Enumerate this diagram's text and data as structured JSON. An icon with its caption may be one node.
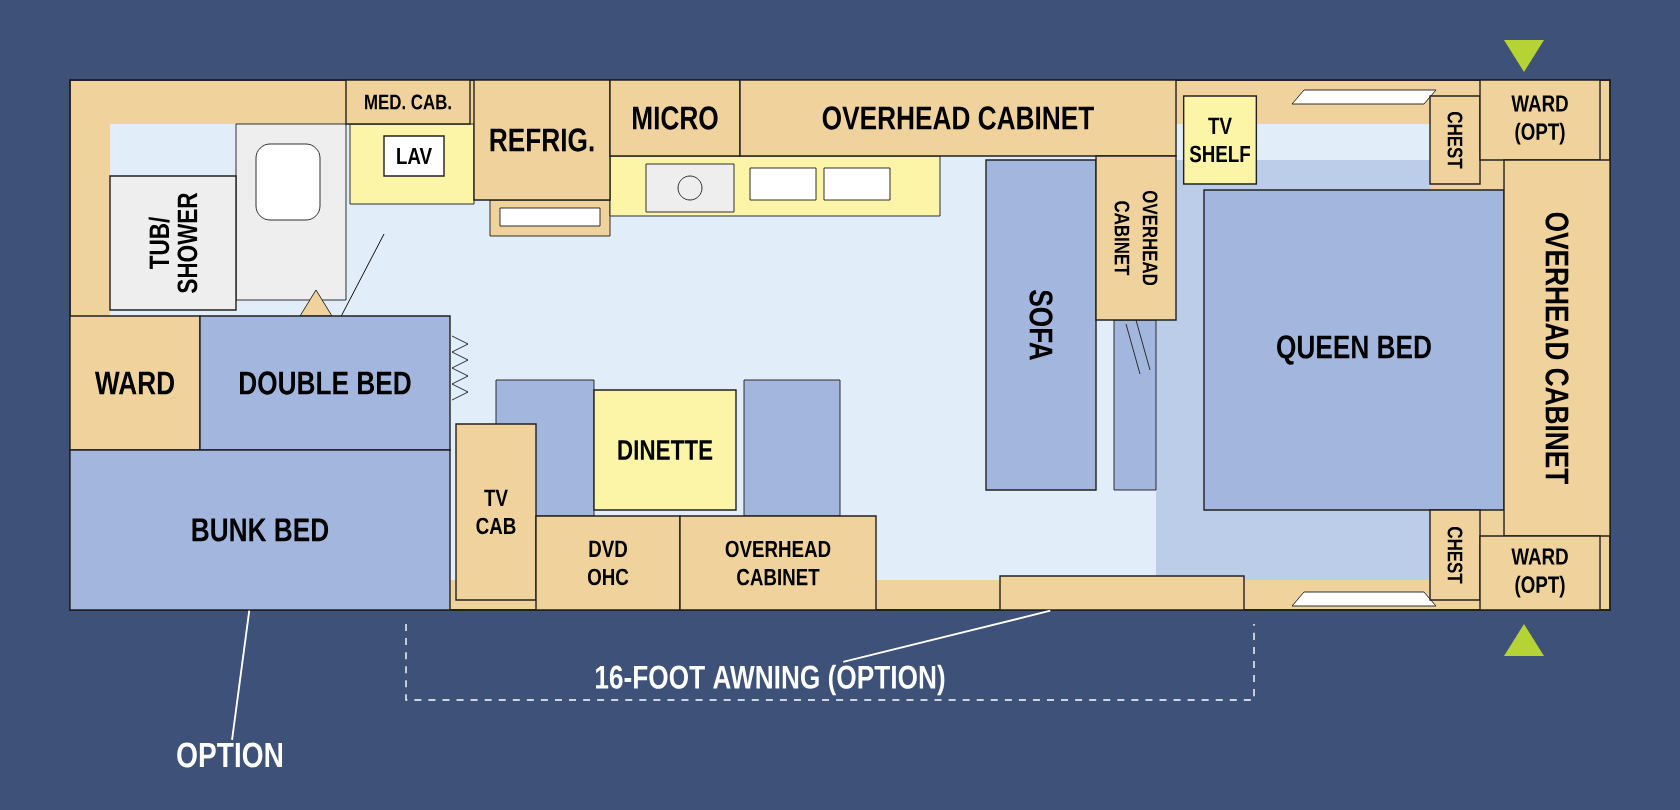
{
  "diagram": {
    "nodes": [
      {
        "text": [
          "TUB/ SHOWER"
        ]
      },
      {
        "text": [
          "MED. CAB."
        ]
      },
      {
        "text": [
          "LAV"
        ]
      },
      {
        "text": [
          "REFRIG."
        ]
      },
      {
        "text": [
          "MICRO"
        ]
      },
      {
        "text": [
          "OVERHEAD CABINET"
        ]
      },
      {
        "text": [
          "TV SHELF"
        ]
      },
      {
        "text": [
          "CHEST"
        ]
      },
      {
        "text": [
          "WARD (OPT)"
        ]
      },
      {
        "text": [
          "WARD"
        ]
      },
      {
        "text": [
          "DOUBLE BED"
        ]
      },
      {
        "text": [
          "BUNK BED"
        ]
      },
      {
        "text": [
          "SOFA"
        ]
      },
      {
        "text": [
          "OVERHEAD CABINET"
        ]
      },
      {
        "text": [
          "QUEEN BED"
        ]
      },
      {
        "text": [
          "OVERHEAD CABINET"
        ]
      },
      {
        "text": [
          "TV CAB"
        ]
      },
      {
        "text": [
          "DINETTE"
        ]
      },
      {
        "text": [
          "DVD OHC"
        ]
      },
      {
        "text": [
          "OVERHEAD CABINET"
        ]
      },
      {
        "text": [
          "CHEST"
        ]
      },
      {
        "text": [
          "WARD (OPT)"
        ]
      },
      {
        "text": [
          "OPTION"
        ]
      },
      {
        "text": [
          "16-FOOT AWNING (OPTION)"
        ]
      },
      {
        "text": [],
        "shape": "box"
      }
    ],
    "edges": [
      {
        "from": 22,
        "to": 11,
        "arrow": "none"
      },
      {
        "from": 23,
        "to": 24,
        "arrow": "none"
      }
    ]
  }
}
